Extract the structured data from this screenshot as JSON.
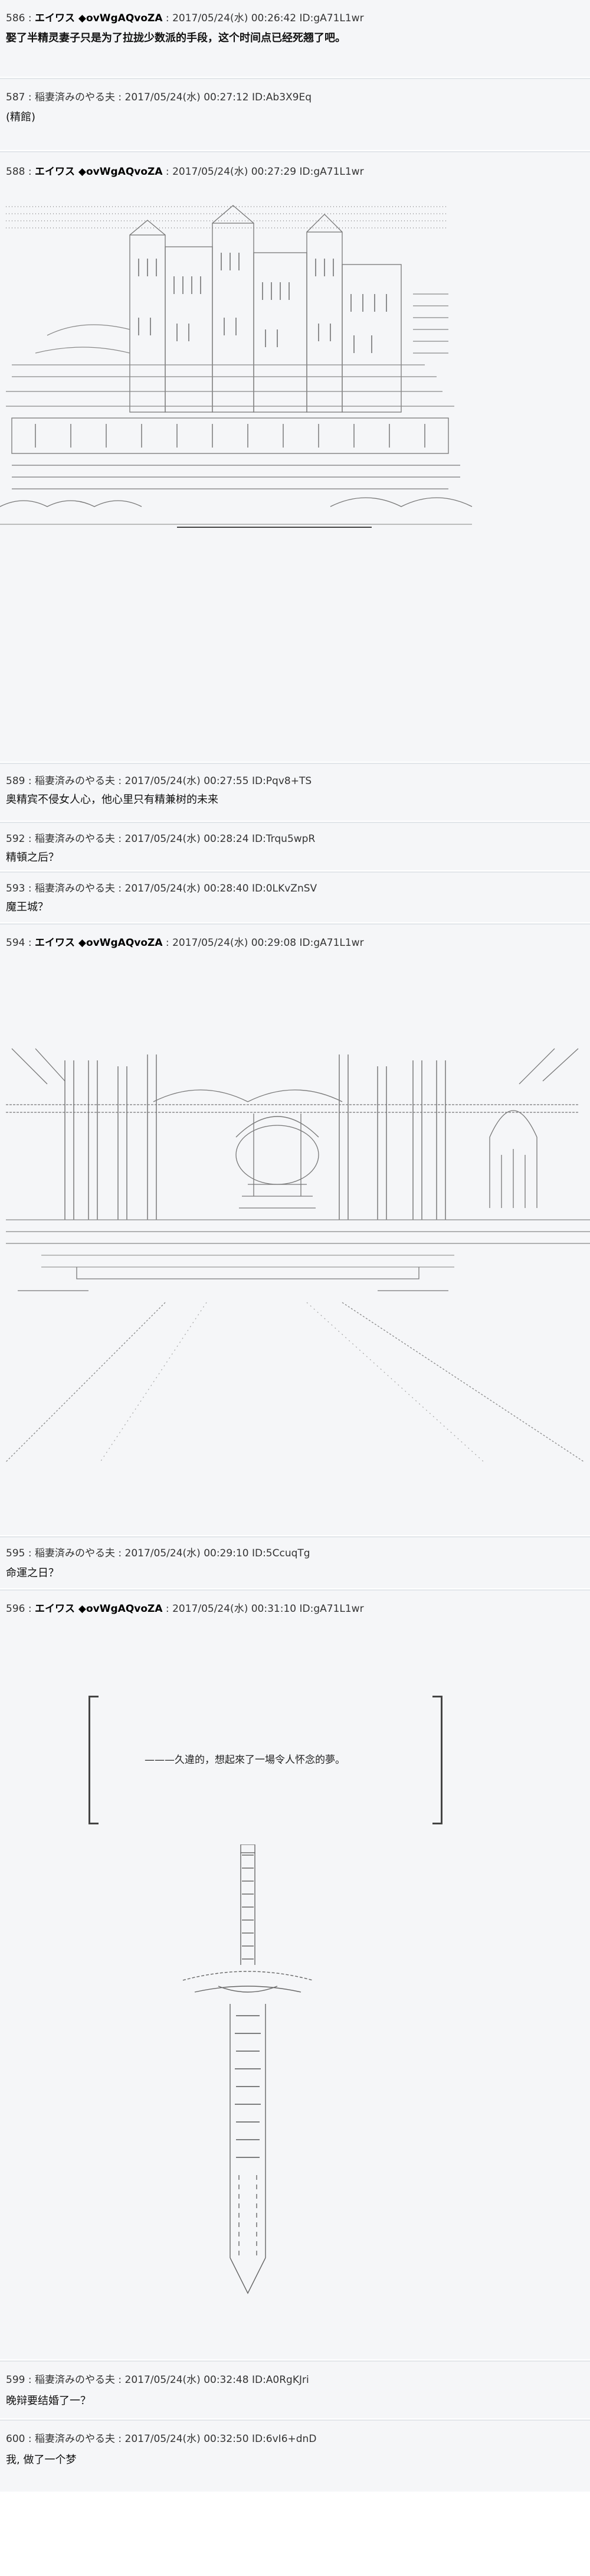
{
  "posts": [
    {
      "num": "586",
      "name": "エイワス ◆ovWgAQvoZA",
      "date": "2017/05/24(水) 00:26:42",
      "id": "ID:gA71L1wr",
      "body": "娶了半精灵妻子只是为了拉拢少数派的手段，这个时间点已经死翘了吧。"
    },
    {
      "num": "587",
      "name": "稲妻済みのやる夫",
      "date": "2017/05/24(水) 00:27:12",
      "id": "ID:Ab3X9Eq",
      "body": "(精館)"
    },
    {
      "num": "588",
      "name": "エイワス ◆ovWgAQvoZA",
      "date": "2017/05/24(水) 00:27:29",
      "id": "ID:gA71L1wr",
      "body": ""
    },
    {
      "num": "589",
      "name": "稲妻済みのやる夫",
      "date": "2017/05/24(水) 00:27:55",
      "id": "ID:Pqv8+TS",
      "body": "奥精宾不侵女人心，他心里只有精兼树的未来"
    },
    {
      "num": "592",
      "name": "稲妻済みのやる夫",
      "date": "2017/05/24(水) 00:28:24",
      "id": "ID:Trqu5wpR",
      "body": "精頓之后？"
    },
    {
      "num": "593",
      "name": "稲妻済みのやる夫",
      "date": "2017/05/24(水) 00:28:40",
      "id": "ID:0LKvZnSV",
      "body": "魔王城？"
    },
    {
      "num": "594",
      "name": "エイワス ◆ovWgAQvoZA",
      "date": "2017/05/24(水) 00:29:08",
      "id": "ID:gA71L1wr",
      "body": ""
    },
    {
      "num": "595",
      "name": "稲妻済みのやる夫",
      "date": "2017/05/24(水) 00:29:10",
      "id": "ID:5CcuqTg",
      "body": "命運之日？"
    },
    {
      "num": "596",
      "name": "エイワス ◆ovWgAQvoZA",
      "date": "2017/05/24(水) 00:31:10",
      "id": "ID:gA71L1wr",
      "body": ""
    },
    {
      "num": "599",
      "name": "稲妻済みのやる夫",
      "date": "2017/05/24(水) 00:32:48",
      "id": "ID:A0RgKJri",
      "body": "晚辩要结婚了一？"
    },
    {
      "num": "600",
      "name": "稲妻済みのやる夫",
      "date": "2017/05/24(水) 00:32:50",
      "id": "ID:6vI6+dnD",
      "body": "我, 做了一个梦"
    }
  ],
  "frame_text": "———久違的，想起來了一場令人怀念的夢。"
}
